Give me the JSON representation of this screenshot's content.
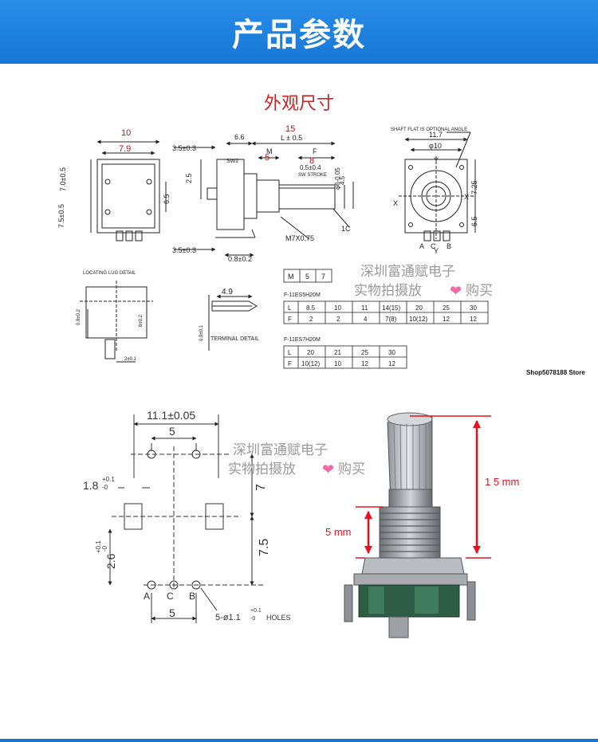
{
  "header": {
    "title": "产品参数"
  },
  "section_title": "外观尺寸",
  "top_dims": {
    "width_10": "10",
    "width_7_9": "7.9",
    "len_15": "15",
    "len_5": "5",
    "len_8": "8",
    "d_6_6": "6.6",
    "d_l05": "L ± 0.5",
    "d_3503": "3.5±0.3",
    "d_m": "M",
    "d_f": "F",
    "d_sw2": "SW2",
    "d_25": "2.5",
    "d_7005": "7.0±0.5",
    "d_7505": "7.5±0.5",
    "d_65": "6.5",
    "d_stroke": "0.5±0.4",
    "d_stroke_label": "SW STROKE",
    "d_m7": "M7X0.75",
    "d_1c": "1C",
    "d_3503b": "3.5±0.3",
    "d_0802": "0.8±0.2",
    "d_45": "4.5",
    "d_phi6": "φ6-0.05",
    "d_flat": "SHAFT FLAT IS OPTIONAL ANGLE",
    "d_117": "11.7",
    "d_phi10": "φ10",
    "d_x": "X",
    "d_y": "Y",
    "d_725": "7.25",
    "d_65b": "6.5",
    "d_a": "A",
    "d_c": "C",
    "d_b": "B",
    "lug_detail": "LOCATING LUG DETAIL",
    "terminal_detail": "TERMINAL DETAIL",
    "d_49": "4.9",
    "d_0802v": "0.8±0.2",
    "d_6402": "6±0.2",
    "d_2401": "2±0.1",
    "d_0901": "0.9±0.1"
  },
  "table_m": {
    "cells": [
      "M",
      "5",
      "7"
    ]
  },
  "table1": {
    "title": "F-11ES5H20M",
    "rows": [
      [
        "L",
        "8.5",
        "10",
        "11",
        "14(15)",
        "20",
        "25",
        "30"
      ],
      [
        "F",
        "2",
        "2",
        "4",
        "7(8)",
        "10(12)",
        "12",
        "12"
      ]
    ]
  },
  "table2": {
    "title": "F-11ES7H20M",
    "rows": [
      [
        "L",
        "20",
        "21",
        "25",
        "30"
      ],
      [
        "F",
        "10(12)",
        "10",
        "12",
        "12"
      ]
    ]
  },
  "watermark": {
    "line1": "深圳富通赋电子",
    "line2": "实物拍摄放",
    "line3": "购买"
  },
  "store_label": "Shop5078188 Store",
  "pcb": {
    "d_111": "11.1±0.05",
    "d_5top": "5",
    "d_18": "1.8",
    "d_18tol": "+0.1",
    "d_18tol2": "-0",
    "d_7": "7",
    "d_75": "7.5",
    "d_26": "2.6",
    "d_26tol": "+0.1",
    "d_26tol2": "-0",
    "a": "A",
    "c": "C",
    "b": "B",
    "d_5bot": "5",
    "holes": "5-ø1.1",
    "holes_tol": "+0.1",
    "holes_tol2": "-0",
    "holes_label": "HOLES"
  },
  "photo": {
    "len15": "1 5 mm",
    "len5": "5 mm"
  },
  "colors": {
    "banner": "#1676d6",
    "accent_red": "#d32020",
    "arrow_red": "#e8101e",
    "line": "#222222"
  }
}
